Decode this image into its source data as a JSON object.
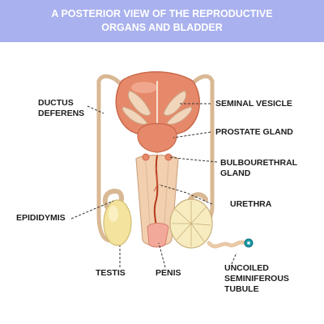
{
  "title": {
    "line1": "A POSTERIOR VIEW OF THE REPRODUCTIVE",
    "line2": "ORGANS AND BLADDER"
  },
  "labels": {
    "ductus_deferens": {
      "line1": "DUCTUS",
      "line2": "DEFERENS"
    },
    "seminal_vesicle": "SEMINAL VESICLE",
    "prostate_gland": "PROSTATE GLAND",
    "bulbourethral_gland": {
      "line1": "BULBOURETHRAL",
      "line2": "GLAND"
    },
    "urethra": "URETHRA",
    "epididymis": "EPIDIDYMIS",
    "testis": "TESTIS",
    "penis": "PENIS",
    "uncoiled_tubule": {
      "line1": "UNCOILED",
      "line2": "SEMINIFEROUS",
      "line3": "TUBULE"
    }
  },
  "colors": {
    "header_bg": "#a9b1ee",
    "bladder": "#e6896a",
    "tissue": "#f2cfae",
    "duct": "#e9c9a7",
    "testis": "#f3e39e",
    "urethra_vessel": "#b23a1c",
    "tubule_end": "#1a9aa9"
  }
}
